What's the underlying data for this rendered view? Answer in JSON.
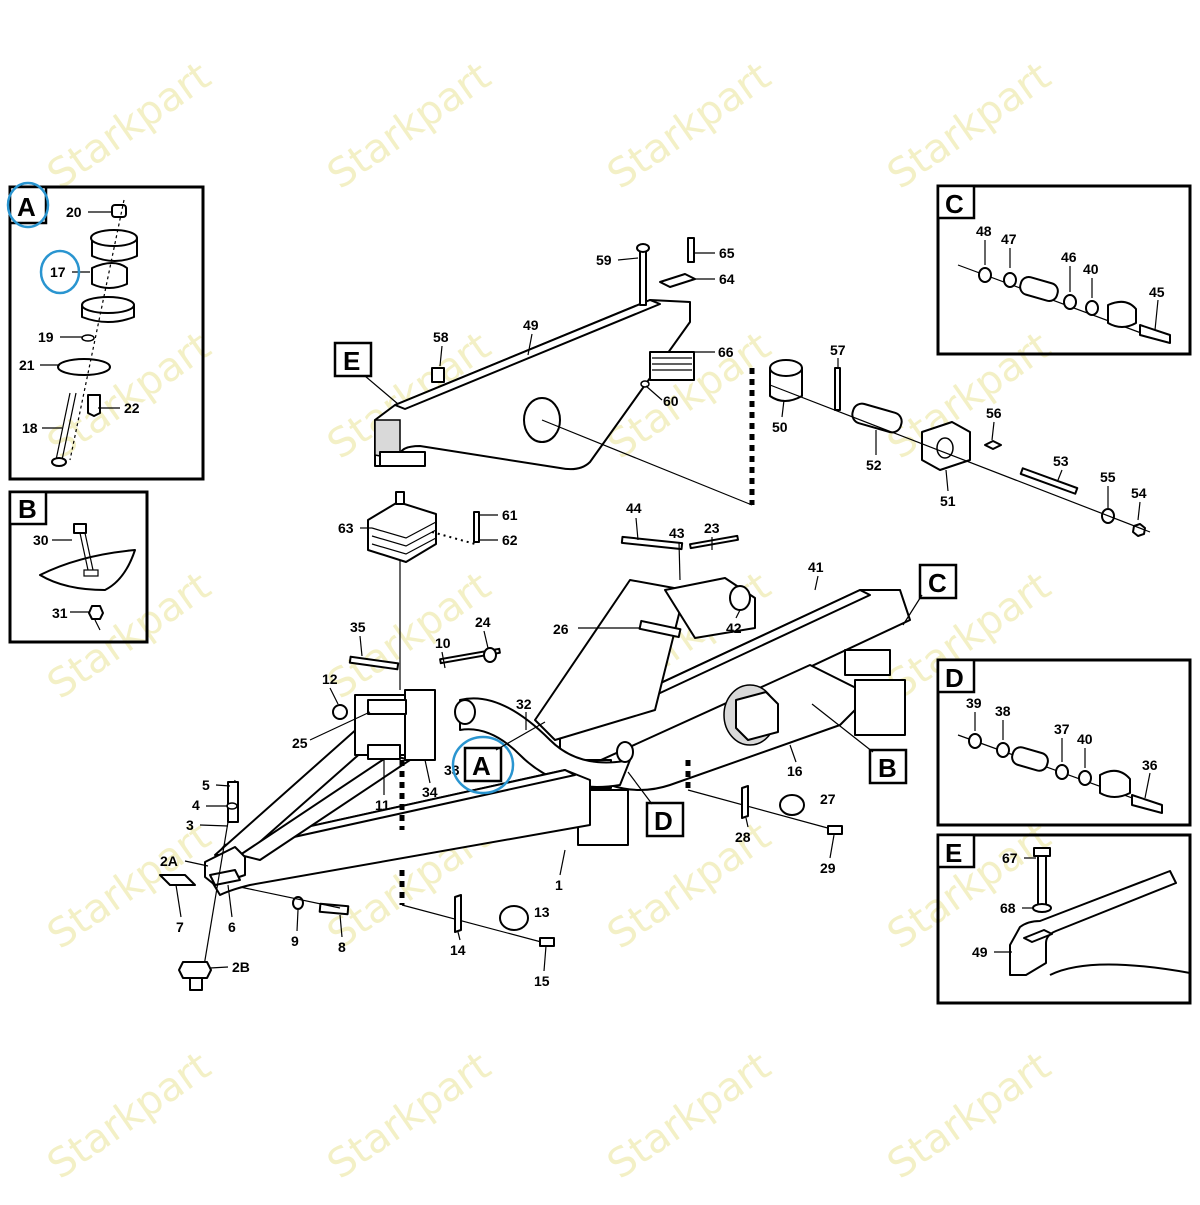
{
  "watermark": {
    "text": "Starkpart",
    "color": "#f3f0c6"
  },
  "highlight_color": "#2a95d0",
  "detail_boxes": {
    "A": {
      "letter": "A",
      "labels": [
        "20",
        "17",
        "19",
        "21",
        "22",
        "18"
      ]
    },
    "B": {
      "letter": "B",
      "labels": [
        "30",
        "31"
      ]
    },
    "C": {
      "letter": "C",
      "labels": [
        "48",
        "47",
        "46",
        "40",
        "45"
      ]
    },
    "D": {
      "letter": "D",
      "labels": [
        "39",
        "38",
        "37",
        "40",
        "36"
      ]
    },
    "E": {
      "letter": "E",
      "labels": [
        "67",
        "68",
        "49"
      ]
    }
  },
  "callouts": [
    "E",
    "C",
    "B",
    "A",
    "D"
  ],
  "part_labels": {
    "n1": "1",
    "n2A": "2A",
    "n2B": "2B",
    "n3": "3",
    "n4": "4",
    "n5": "5",
    "n6": "6",
    "n7": "7",
    "n8": "8",
    "n9": "9",
    "n10": "10",
    "n11": "11",
    "n12": "12",
    "n13": "13",
    "n14": "14",
    "n15": "15",
    "n16": "16",
    "n23": "23",
    "n24": "24",
    "n25": "25",
    "n26": "26",
    "n27": "27",
    "n28": "28",
    "n29": "29",
    "n32": "32",
    "n33": "33",
    "n34": "34",
    "n35": "35",
    "n41": "41",
    "n42": "42",
    "n43": "43",
    "n44": "44",
    "n49": "49",
    "n50": "50",
    "n51": "51",
    "n52": "52",
    "n53": "53",
    "n54": "54",
    "n55": "55",
    "n56": "56",
    "n57": "57",
    "n58": "58",
    "n59": "59",
    "n60": "60",
    "n61": "61",
    "n62": "62",
    "n63": "63",
    "n64": "64",
    "n65": "65",
    "n66": "66"
  }
}
